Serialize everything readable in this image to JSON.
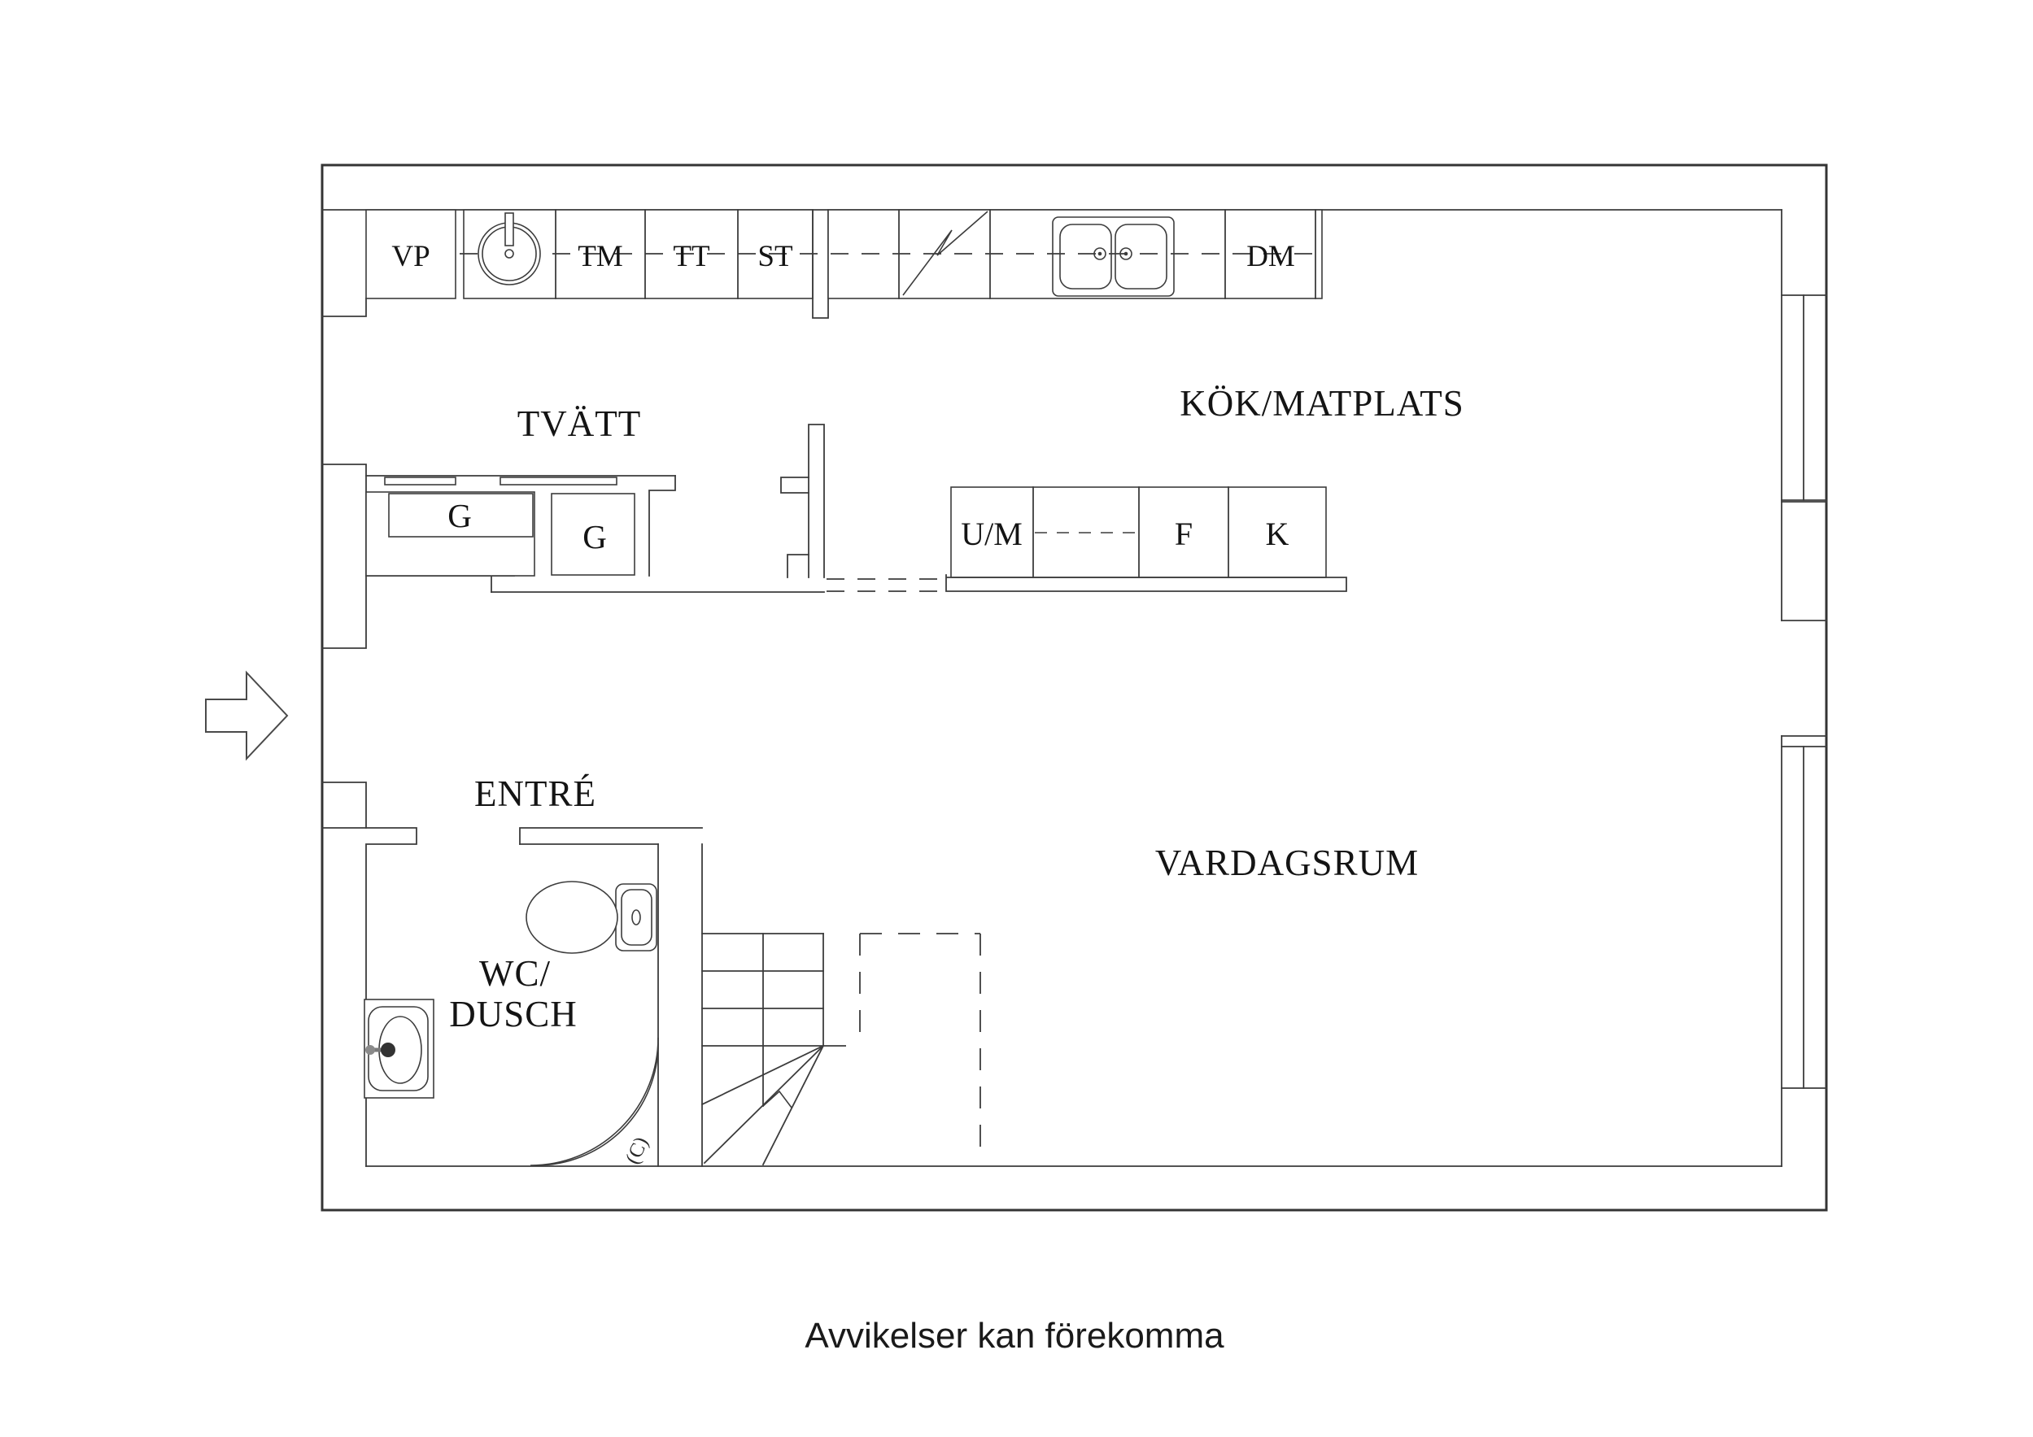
{
  "page": {
    "background": "#ffffff",
    "caption": "Avvikelser kan förekomma"
  },
  "floorplan": {
    "line_color": "#3c3c3c",
    "text_color": "#141414",
    "rooms": {
      "laundry": "TVÄTT",
      "kitchen_dining": "KÖK/MATPLATS",
      "entrance": "ENTRÉ",
      "wc_line1": "WC/",
      "wc_line2": "DUSCH",
      "living_room": "VARDAGSRUM"
    },
    "appliances": {
      "vp": "VP",
      "tm": "TM",
      "tt": "TT",
      "st": "ST",
      "dm": "DM",
      "um": "U/M",
      "f": "F",
      "k": "K",
      "g1": "G",
      "g2": "G"
    },
    "watermark": "(C)"
  }
}
